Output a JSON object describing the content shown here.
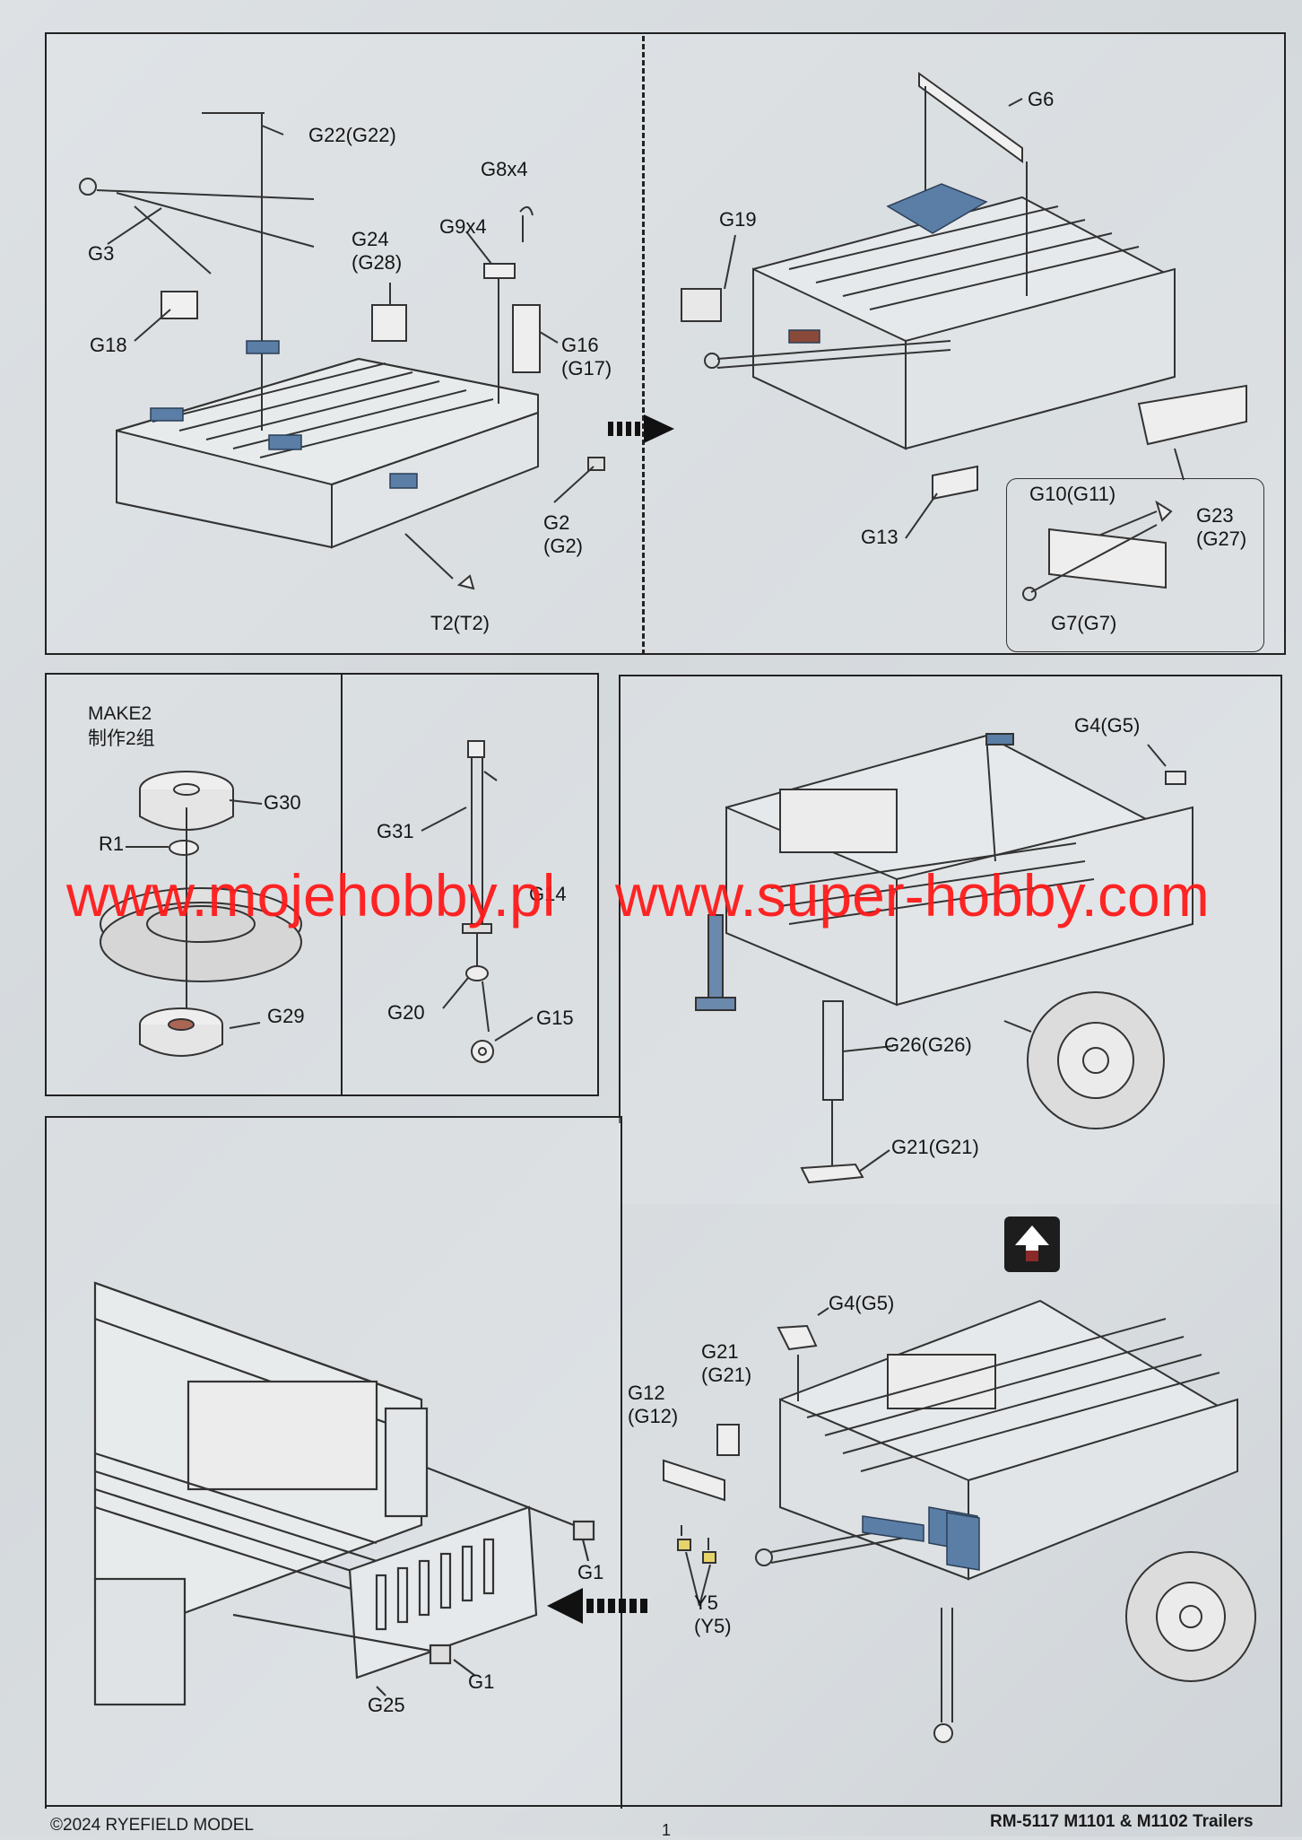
{
  "footer": {
    "copyright": "©2024 RYEFIELD MODEL",
    "page_number": "1",
    "product": "RM-5117 M1101 & M1102 Trailers"
  },
  "watermarks": {
    "left": "www.mojehobby.pl",
    "right": "www.super-hobby.com"
  },
  "step1": {
    "parts": {
      "g22": "G22(G22)",
      "g8": "G8x4",
      "g9": "G9x4",
      "g3": "G3",
      "g24": "G24\n(G28)",
      "g18": "G18",
      "g16": "G16\n(G17)",
      "g2": "G2\n(G2)",
      "t2": "T2(T2)"
    }
  },
  "step2": {
    "parts": {
      "g6": "G6",
      "g19": "G19",
      "g13": "G13",
      "g10": "G10(G11)",
      "g23": "G23\n(G27)",
      "g7": "G7(G7)"
    }
  },
  "step3": {
    "make": "MAKE2\n制作2组",
    "parts": {
      "g30": "G30",
      "r1": "R1",
      "g29": "G29"
    }
  },
  "step4": {
    "parts": {
      "g31": "G31",
      "g14": "G14",
      "g20": "G20",
      "g15": "G15"
    }
  },
  "step5": {
    "parts": {
      "g4": "G4(G5)",
      "g26": "G26(G26)",
      "g21": "G21(G21)"
    }
  },
  "step6": {
    "parts": {
      "g4": "G4(G5)",
      "g21": "G21\n(G21)",
      "g12": "G12\n(G12)",
      "y5": "Y5\n(Y5)"
    }
  },
  "step7": {
    "parts": {
      "g1a": "G1",
      "g1b": "G1",
      "g25": "G25"
    }
  }
}
